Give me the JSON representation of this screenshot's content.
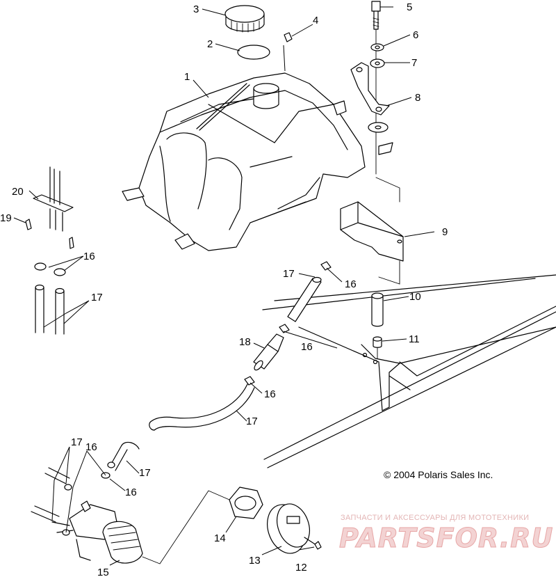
{
  "diagram": {
    "callouts": {
      "c1": "1",
      "c2": "2",
      "c3": "3",
      "c4": "4",
      "c5": "5",
      "c6": "6",
      "c7": "7",
      "c8": "8",
      "c9": "9",
      "c10": "10",
      "c11": "11",
      "c12": "12",
      "c13": "13",
      "c14": "14",
      "c15": "15",
      "c16a": "16",
      "c16b": "16",
      "c16c": "16",
      "c16d": "16",
      "c16e": "16",
      "c16f": "16",
      "c17a": "17",
      "c17b": "17",
      "c17c": "17",
      "c17d": "17",
      "c17e": "17",
      "c18": "18",
      "c19": "19",
      "c20": "20"
    },
    "copyright": "© 2004 Polaris Sales Inc."
  },
  "watermark": {
    "tagline": "ЗАПЧАСТИ И АКСЕССУАРЫ ДЛЯ МОТОТЕХНИКИ",
    "logo": "PARTSFOR.RU"
  }
}
